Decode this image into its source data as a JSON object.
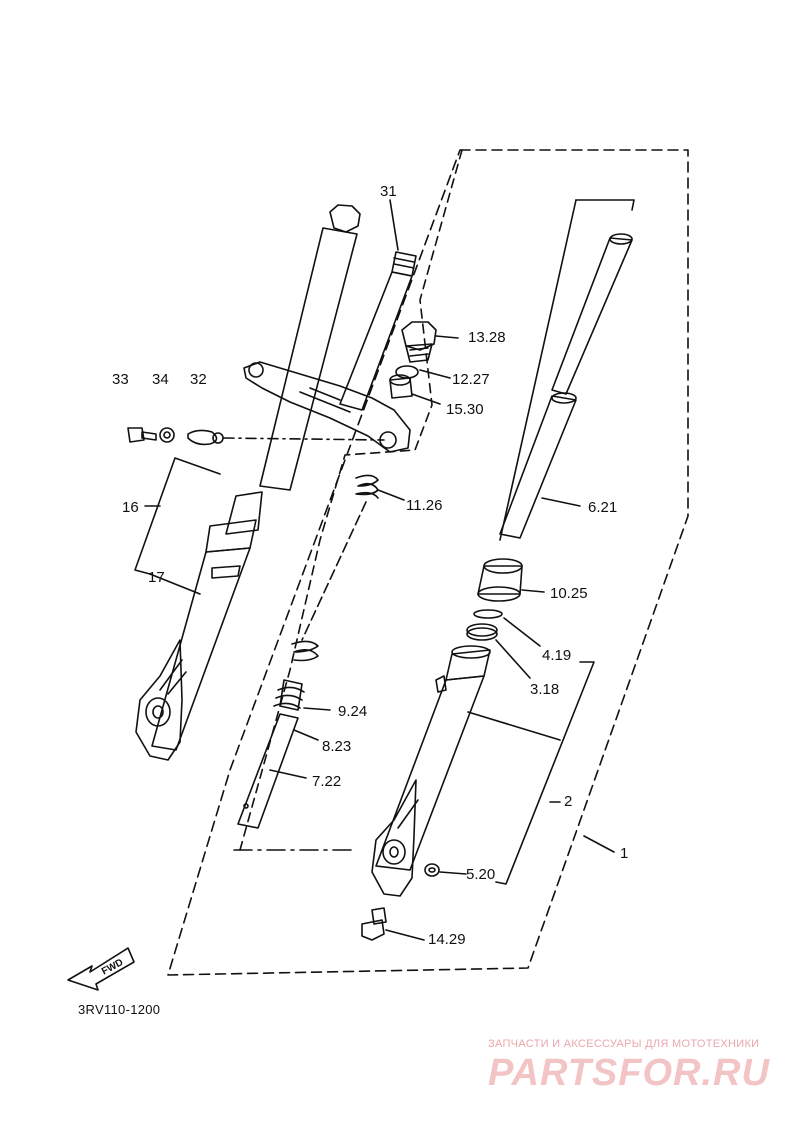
{
  "diagram": {
    "part_labels": [
      {
        "id": "p31",
        "text": "31"
      },
      {
        "id": "p13",
        "text": "13.28"
      },
      {
        "id": "p12",
        "text": "12.27"
      },
      {
        "id": "p15",
        "text": "15.30"
      },
      {
        "id": "p33",
        "text": "33"
      },
      {
        "id": "p34",
        "text": "34"
      },
      {
        "id": "p32",
        "text": "32"
      },
      {
        "id": "p11",
        "text": "11.26"
      },
      {
        "id": "p16",
        "text": "16"
      },
      {
        "id": "p17",
        "text": "17"
      },
      {
        "id": "p6",
        "text": "6.21"
      },
      {
        "id": "p10",
        "text": "10.25"
      },
      {
        "id": "p4",
        "text": "4.19"
      },
      {
        "id": "p3",
        "text": "3.18"
      },
      {
        "id": "p9",
        "text": "9.24"
      },
      {
        "id": "p8",
        "text": "8.23"
      },
      {
        "id": "p7",
        "text": "7.22"
      },
      {
        "id": "p2",
        "text": "2"
      },
      {
        "id": "p1",
        "text": "1"
      },
      {
        "id": "p5",
        "text": "5.20"
      },
      {
        "id": "p14",
        "text": "14.29"
      }
    ],
    "direction_arrow": "FWD",
    "drawing_code": "3RV110-1200"
  },
  "watermark": {
    "caption": "ЗАПЧАСТИ И АКСЕССУАРЫ ДЛЯ МОТОТЕХНИКИ",
    "logo": "PARTSFOR.RU",
    "color": "#f3c4c6"
  }
}
